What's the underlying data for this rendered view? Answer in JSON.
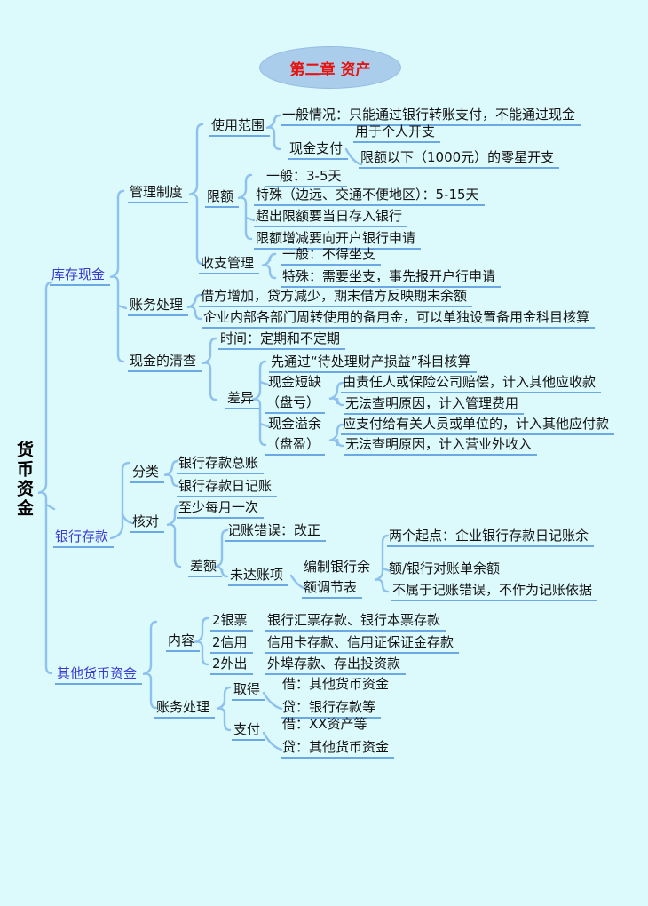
{
  "title": "第二章 资产",
  "root": "货币资金",
  "branches": {
    "cash": {
      "label": "库存现金",
      "mgmt": {
        "label": "管理制度",
        "scope": {
          "label": "使用范围",
          "general_line1": "一般情况：只能通过银行转账支付，不能通过现金",
          "general_line2": "用于个人开支",
          "cash_pay": "现金支付",
          "cash_pay_detail": "限额以下（1000元）的零星开支"
        },
        "limit": {
          "label": "限额",
          "items": [
            "一般：3-5天",
            "特殊（边远、交通不便地区）：5-15天",
            "超出限额要当日存入银行",
            "限额增减要向开户银行申请"
          ]
        },
        "inout": {
          "label": "收支管理",
          "items": [
            "一般：不得坐支",
            "特殊：需要坐支，事先报开户行申请"
          ]
        }
      },
      "accounting": {
        "label": "账务处理",
        "items": [
          "借方增加，贷方减少，期末借方反映期末余额",
          "企业内部各部门周转使用的备用金，可以单独设置备用金科目核算"
        ]
      },
      "check": {
        "label": "现金的清查",
        "time": "时间：定期和不定期",
        "diff": {
          "label": "差异",
          "first": "先通过“待处理财产损益”科目核算",
          "shortage_label1": "现金短缺",
          "shortage_label2": "（盘亏）",
          "shortage_items": [
            "由责任人或保险公司赔偿，计入其他应收款",
            "无法查明原因，计入管理费用"
          ],
          "overage_label1": "现金溢余",
          "overage_label2": "（盘盈）",
          "overage_items": [
            "应支付给有关人员或单位的，计入其他应付款",
            "无法查明原因，计入营业外收入"
          ]
        }
      }
    },
    "bank": {
      "label": "银行存款",
      "classify": {
        "label": "分类",
        "items": [
          "银行存款总账",
          "银行存款日记账"
        ]
      },
      "verify": {
        "label": "核对",
        "monthly": "至少每月一次",
        "error": "记账错误：改正",
        "balance": {
          "label": "差额",
          "outstanding": "未达账项",
          "statement_line1": "编制银行余",
          "statement_line2": "额调节表",
          "start_line1": "两个起点：企业银行存款日记账余",
          "start_line2": "额/银行对账单余额",
          "note": "不属于记账错误，不作为记账依据"
        }
      }
    },
    "other": {
      "label": "其他货币资金",
      "content": {
        "label": "内容",
        "rows": [
          {
            "key": "2银票",
            "val": "银行汇票存款、银行本票存款"
          },
          {
            "key": "2信用",
            "val": "信用卡存款、信用证保证金存款"
          },
          {
            "key": "2外出",
            "val": "外埠存款、存出投资款"
          }
        ]
      },
      "accounting": {
        "label": "账务处理",
        "acquire": {
          "label": "取得",
          "debit": "借：其他货币资金",
          "credit": "贷：银行存款等"
        },
        "pay": {
          "label": "支付",
          "debit": "借：XX资产等",
          "credit": "贷：其他货币资金"
        }
      }
    }
  },
  "colors": {
    "background": "#dcf9fc",
    "connector": "#8ec1ee",
    "underline": "#6ca9e2",
    "branch_text": "#3a3ad0",
    "title_text": "#e41410",
    "title_fill": "#aacdec"
  }
}
